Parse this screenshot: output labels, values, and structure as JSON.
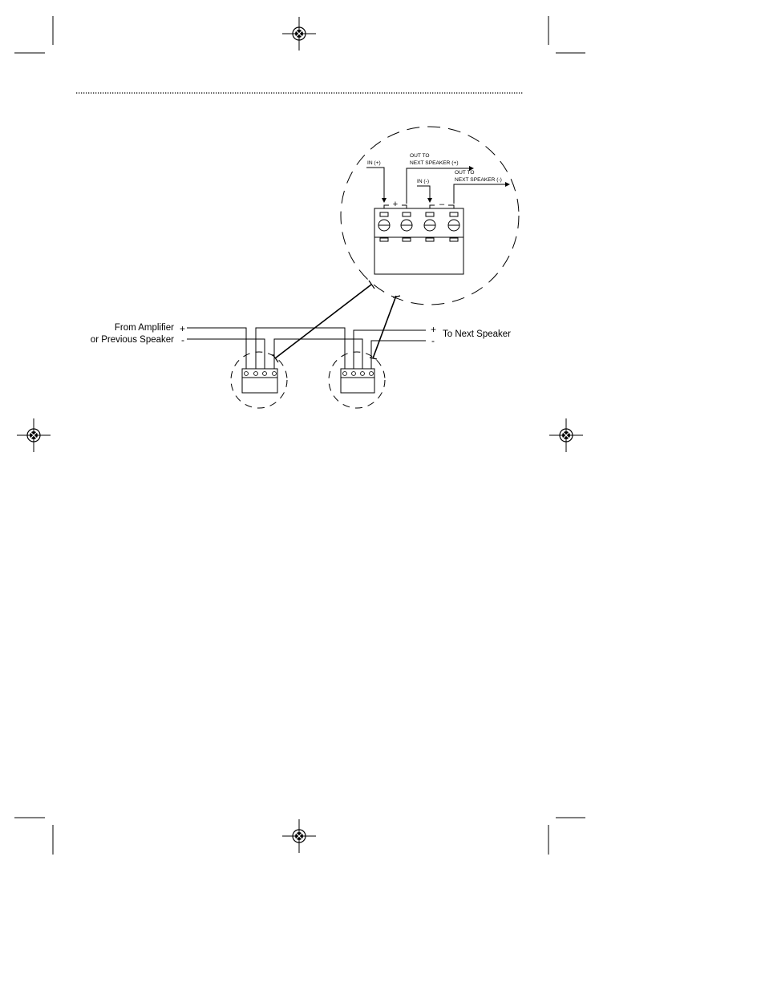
{
  "diagram": {
    "colors": {
      "ink": "#000000",
      "paper": "#ffffff"
    },
    "left_labels": {
      "line1": "From Amplifier",
      "line2": "or Previous Speaker",
      "plus": "+",
      "minus": "-"
    },
    "right_labels": {
      "label": "To Next Speaker",
      "plus": "+",
      "minus": "-"
    },
    "detail": {
      "in_plus": "IN (+)",
      "out_plus_line1": "OUT TO",
      "out_plus_line2": "NEXT SPEAKER (+)",
      "in_minus": "IN (-)",
      "out_minus_line1": "OUT TO",
      "out_minus_line2": "NEXT SPEAKER (-)",
      "plus_sign": "+",
      "minus_sign": "–"
    }
  }
}
